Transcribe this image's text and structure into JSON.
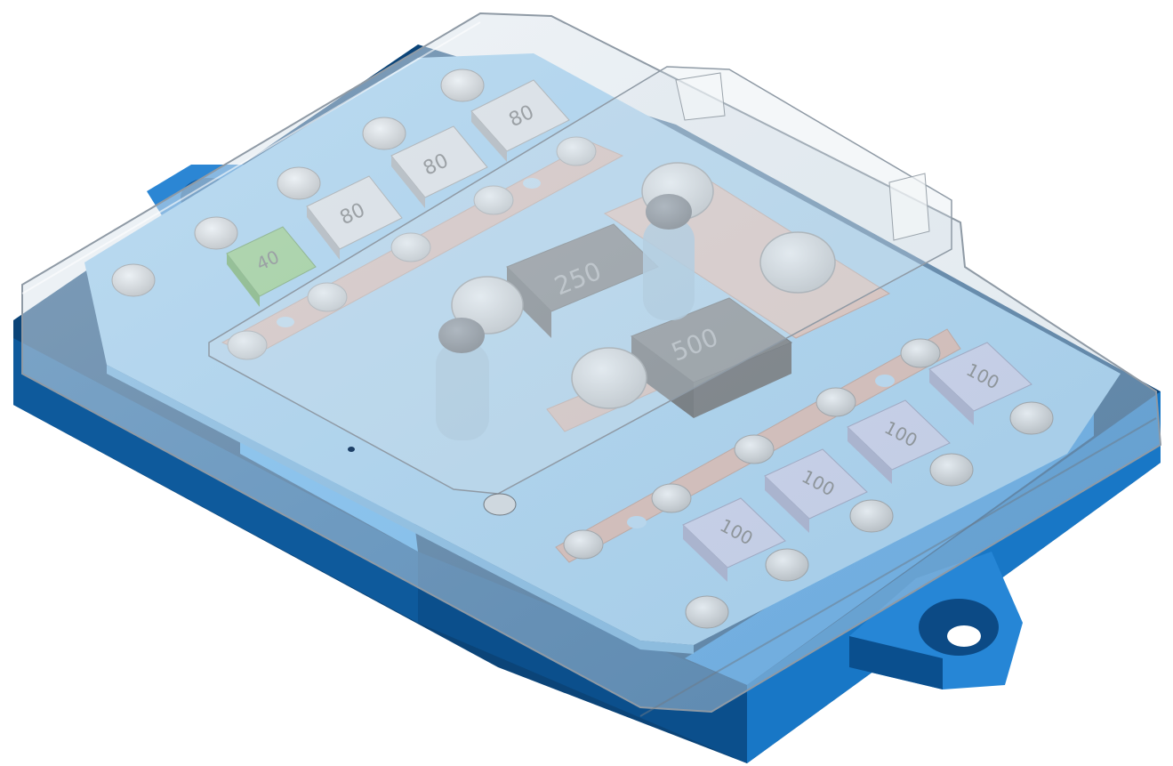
{
  "scene": {
    "description_title": "",
    "colors": {
      "base_dark": "#0e4f86",
      "base_mid": "#1a6fb8",
      "base_light": "#4aa8ec",
      "tray_fill": "#8ec9f1",
      "cover": "#c8d6e2",
      "copper": "#d9a796",
      "fuse_silver": "#d9dde2",
      "fuse_lavender": "#bfc5e6",
      "fuse_green": "#7dc46a",
      "fuse_black": "#3c3c3c",
      "bolt_silver": "#dcdcdc",
      "bolt_dark": "#2c2f36"
    }
  },
  "fuses": {
    "left_row": [
      {
        "label": "80"
      },
      {
        "label": "80"
      },
      {
        "label": "80"
      },
      {
        "label": "40"
      }
    ],
    "main": [
      {
        "label": "250"
      },
      {
        "label": "500"
      }
    ],
    "right_row": [
      {
        "label": "100"
      },
      {
        "label": "100"
      },
      {
        "label": "100"
      },
      {
        "label": "100"
      }
    ]
  }
}
